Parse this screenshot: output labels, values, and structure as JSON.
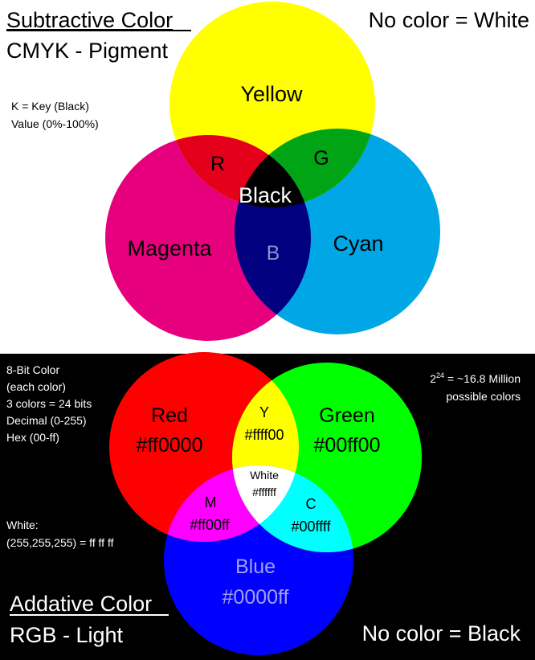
{
  "subtractive": {
    "title": "Subtractive Color",
    "subtitle": "CMYK - Pigment",
    "no_color_note": "No color = White",
    "key_note_line1": "K = Key (Black)",
    "key_note_line2": "Value (0%-100%)",
    "labels": {
      "yellow": "Yellow",
      "magenta": "Magenta",
      "cyan": "Cyan",
      "red": "R",
      "green": "G",
      "blue": "B",
      "black": "Black"
    },
    "colors": {
      "yellow": "#ffff00",
      "magenta": "#e6007e",
      "cyan": "#00a6e6",
      "red": "#e4001a",
      "green": "#00a415",
      "blue": "#000080",
      "black": "#000000"
    }
  },
  "additive": {
    "title": "Addative Color",
    "subtitle": "RGB - Light",
    "no_color_note": "No color = Black",
    "bit_note": [
      "8-Bit Color",
      "(each color)",
      "3 colors = 24 bits",
      "Decimal (0-255)",
      "Hex (00-ff)"
    ],
    "white_note_line1": "White:",
    "white_note_line2": "(255,255,255) = ff ff ff",
    "million_note_base": "2",
    "million_note_exp": "24",
    "million_note_rest": " = ~16.8 Million",
    "million_note_line2": "possible colors",
    "labels": {
      "red_name": "Red",
      "red_hex": "#ff0000",
      "green_name": "Green",
      "green_hex": "#00ff00",
      "blue_name": "Blue",
      "blue_hex": "#0000ff",
      "yellow_name": "Y",
      "yellow_hex": "#ffff00",
      "magenta_name": "M",
      "magenta_hex": "#ff00ff",
      "cyan_name": "C",
      "cyan_hex": "#00ffff",
      "white_name": "White",
      "white_hex": "#ffffff"
    },
    "colors": {
      "red": "#ff0000",
      "green": "#00ff00",
      "blue": "#0000ff",
      "yellow": "#ffff00",
      "magenta": "#ff00ff",
      "cyan": "#00ffff",
      "white": "#ffffff",
      "background": "#000000"
    }
  }
}
